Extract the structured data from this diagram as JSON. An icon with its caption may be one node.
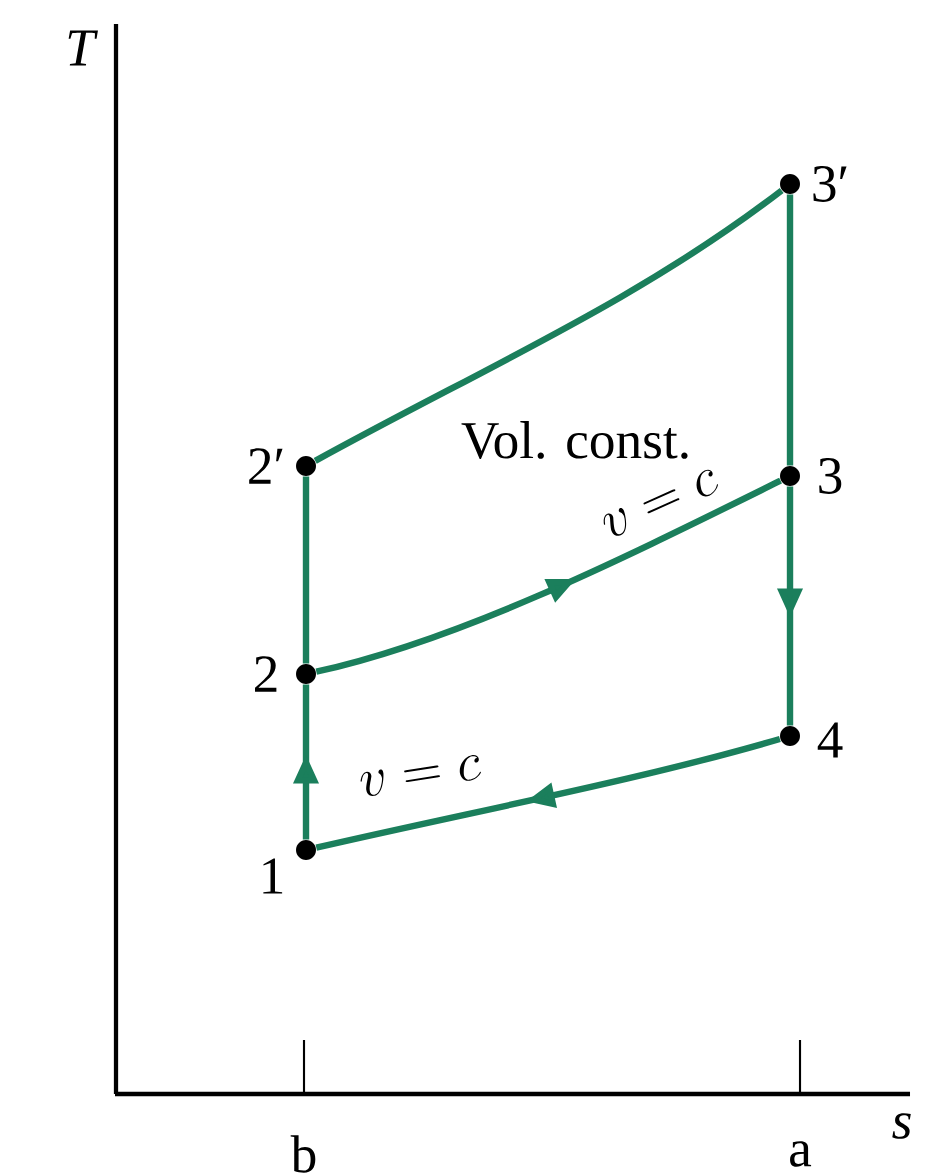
{
  "diagram": {
    "nodes": [
      {
        "text": [],
        "shape": "circle",
        "beside": [
          "3′"
        ]
      },
      {
        "text": [],
        "shape": "circle",
        "beside": [
          "2′"
        ]
      },
      {
        "text": [],
        "shape": "circle",
        "beside": [
          "3"
        ]
      },
      {
        "text": [],
        "shape": "circle",
        "beside": [
          "2"
        ]
      },
      {
        "text": [],
        "shape": "circle",
        "beside": [
          "4"
        ]
      },
      {
        "text": [],
        "shape": "circle",
        "beside": [
          "1"
        ]
      }
    ],
    "edges": [
      {
        "from": 5,
        "to": 3,
        "arrow": "to"
      },
      {
        "from": 3,
        "to": 1,
        "arrow": "none"
      },
      {
        "from": 1,
        "to": 0,
        "arrow": "none"
      },
      {
        "from": 0,
        "to": 2,
        "arrow": "none"
      },
      {
        "from": 2,
        "to": 4,
        "arrow": "to"
      },
      {
        "from": 4,
        "to": 5,
        "arrow": "to",
        "label": "v = c"
      },
      {
        "from": 3,
        "to": 2,
        "arrow": "to",
        "label": "v = c"
      }
    ],
    "labels": [
      "T",
      "Vol. const.",
      "b",
      "a",
      "s"
    ]
  }
}
